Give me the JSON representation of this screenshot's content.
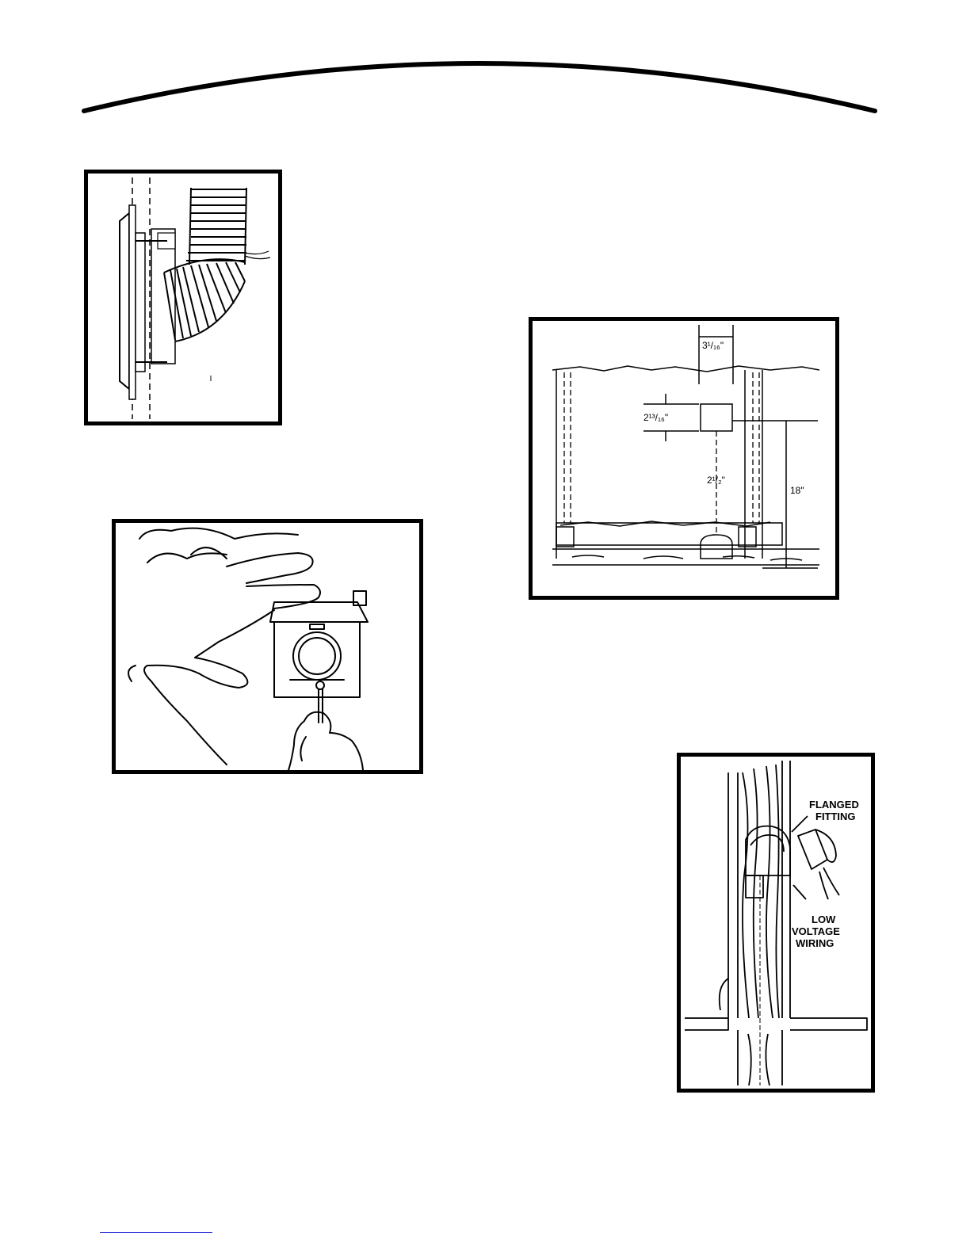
{
  "figures": {
    "wall_mount": {
      "dimensions": {
        "width": "3¹/₁₆\"",
        "height": "2¹³/₁₆\"",
        "offset": "2¹/₂\"",
        "floor_height": "18\""
      }
    },
    "flanged_fitting": {
      "labels": {
        "fitting_line1": "FLANGED",
        "fitting_line2": "FITTING",
        "wiring_line1": "LOW",
        "wiring_line2": "VOLTAGE",
        "wiring_line3": "WIRING"
      }
    }
  },
  "colors": {
    "ink": "#000000",
    "footer_rule": "#2a2ad8"
  }
}
